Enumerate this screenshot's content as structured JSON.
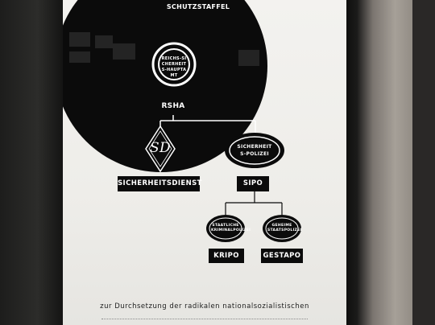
{
  "diagram": {
    "schutzstaffel": "SCHUTZSTAFFEL",
    "rsha_emblem_text": "REICHS-SICHERHEITS-HAUPTAMT",
    "rsha": "RSHA",
    "sd_emblem": "SD",
    "sipo_emblem_text": "SICHERHEITS-POLIZEI",
    "sicherheitsdienst": "SICHERHEITSDIENST",
    "sipo": "SIPO",
    "kripo_emblem_text": "STAATLICHE KRIMINALPOLIZEI",
    "gestapo_emblem_text": "GEHEIME STAATSPOLIZEI",
    "kripo": "KRIPO",
    "gestapo": "GESTAPO"
  },
  "caption": "zur Durchsetzung der radikalen nationalsozialistischen",
  "colors": {
    "panel": "#f0efec",
    "ink": "#0b0b0b",
    "frame": "#1f1f1e"
  }
}
